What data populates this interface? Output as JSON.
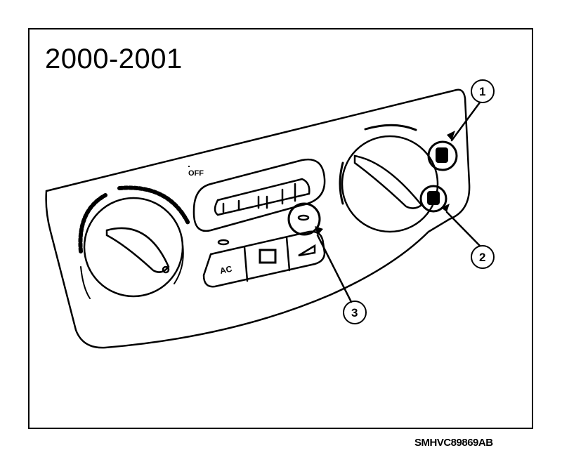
{
  "title": "2000-2001",
  "caption": "SMHVC89869AB",
  "panel": {
    "fan_off_label": "OFF",
    "ac_button_label": "AC"
  },
  "callouts": [
    {
      "number": "1"
    },
    {
      "number": "2"
    },
    {
      "number": "3"
    }
  ]
}
